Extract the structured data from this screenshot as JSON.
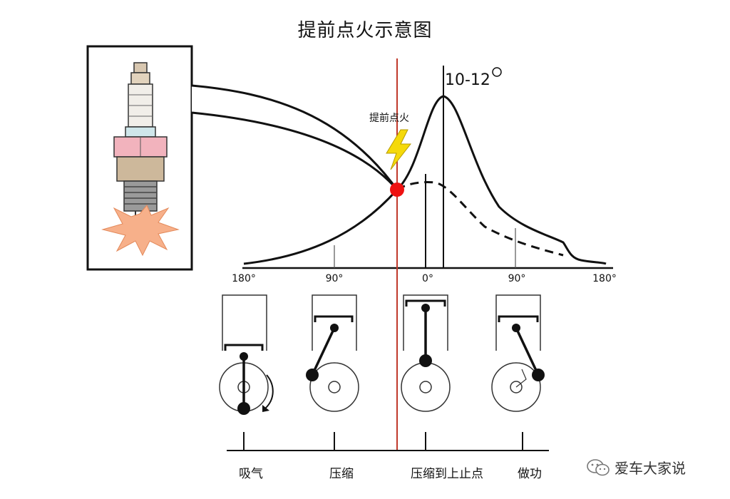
{
  "title": "提前点火示意图",
  "peak_label": "10-12",
  "ignition_label": "提前点火",
  "angle_labels": [
    "180°",
    "90°",
    "0°",
    "90°",
    "180°"
  ],
  "strokes": [
    "吸气",
    "压缩",
    "压缩到上止点",
    "做功"
  ],
  "watermark": "爱车大家说",
  "colors": {
    "ignition_line": "#c0392b",
    "ignition_point": "#ee1111",
    "spark_bolt": "#f5d90a",
    "plug_hex": "#f2b3bd",
    "plug_ceramic": "#cfe6ea",
    "explosion": "#f7b08a"
  }
}
